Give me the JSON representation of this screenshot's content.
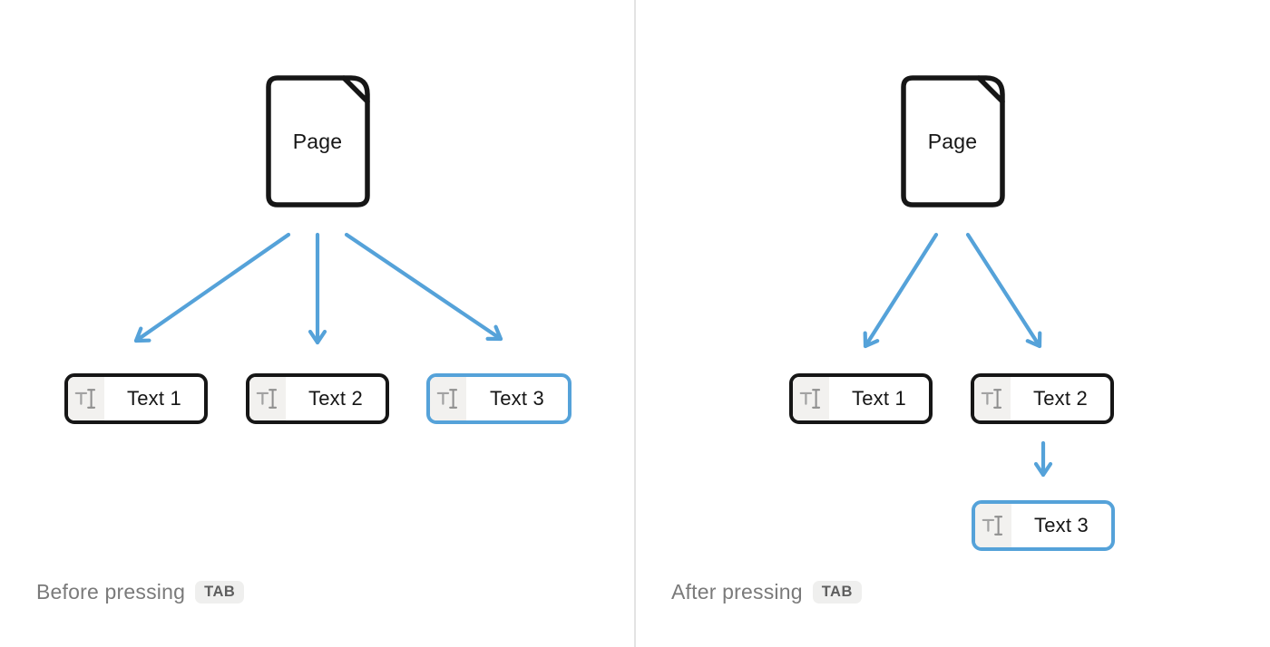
{
  "colors": {
    "accent_blue": "#55A2D9",
    "outline_black": "#161616",
    "caption_gray": "#7A7A7A",
    "badge_background": "#EFEFEE",
    "icon_cell_background": "#F2F1EF",
    "divider_gray": "#E3E3E3"
  },
  "icons": {
    "page_icon": "document-with-folded-corner",
    "block_icon": "text-type-cursor-icon"
  },
  "panels": [
    {
      "id": "before",
      "page_label": "Page",
      "caption": "Before pressing",
      "caption_key": "TAB",
      "blocks": [
        {
          "label": "Text 1",
          "highlighted": false
        },
        {
          "label": "Text 2",
          "highlighted": false
        },
        {
          "label": "Text 3",
          "highlighted": true
        }
      ]
    },
    {
      "id": "after",
      "page_label": "Page",
      "caption": "After pressing",
      "caption_key": "TAB",
      "blocks": [
        {
          "label": "Text 1",
          "highlighted": false
        },
        {
          "label": "Text 2",
          "highlighted": false
        },
        {
          "label": "Text 3",
          "highlighted": true
        }
      ]
    }
  ]
}
